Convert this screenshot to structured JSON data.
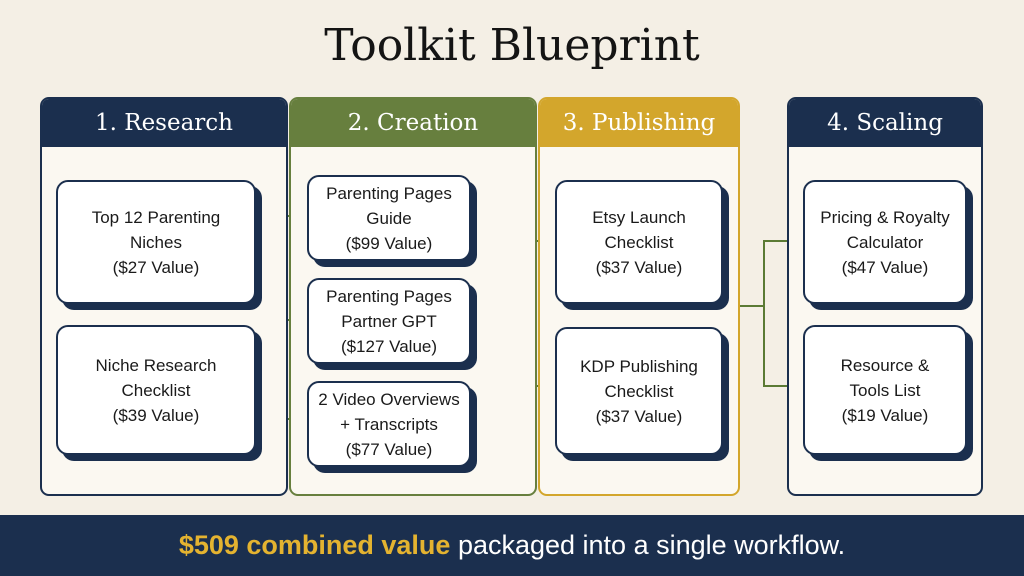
{
  "title": "Toolkit Blueprint",
  "colors": {
    "navy": "#1b2f4e",
    "green": "#677f3e",
    "gold": "#d3a62c",
    "connector": "#5b7a34",
    "highlight": "#e4b330",
    "background": "#f4efe5"
  },
  "stages": [
    {
      "title": "1. Research",
      "cards": [
        {
          "lines": [
            "Top 12 Parenting",
            "Niches",
            "($27 Value)"
          ]
        },
        {
          "lines": [
            "Niche Research",
            "Checklist",
            "($39 Value)"
          ]
        }
      ]
    },
    {
      "title": "2. Creation",
      "cards": [
        {
          "lines": [
            "Parenting Pages",
            "Guide",
            "($99 Value)"
          ]
        },
        {
          "lines": [
            "Parenting Pages",
            "Partner GPT",
            "($127 Value)"
          ]
        },
        {
          "lines": [
            "2 Video Overviews",
            "+ Transcripts",
            "($77 Value)"
          ]
        }
      ]
    },
    {
      "title": "3. Publishing",
      "cards": [
        {
          "lines": [
            "Etsy Launch",
            "Checklist",
            "($37 Value)"
          ]
        },
        {
          "lines": [
            "KDP Publishing",
            "Checklist",
            "($37 Value)"
          ]
        }
      ]
    },
    {
      "title": "4. Scaling",
      "cards": [
        {
          "lines": [
            "Pricing & Royalty",
            "Calculator",
            "($47 Value)"
          ]
        },
        {
          "lines": [
            "Resource &",
            "Tools List",
            "($19 Value)"
          ]
        }
      ]
    }
  ],
  "banner": {
    "highlight": "$509 combined value",
    "text": " packaged into a single workflow."
  }
}
